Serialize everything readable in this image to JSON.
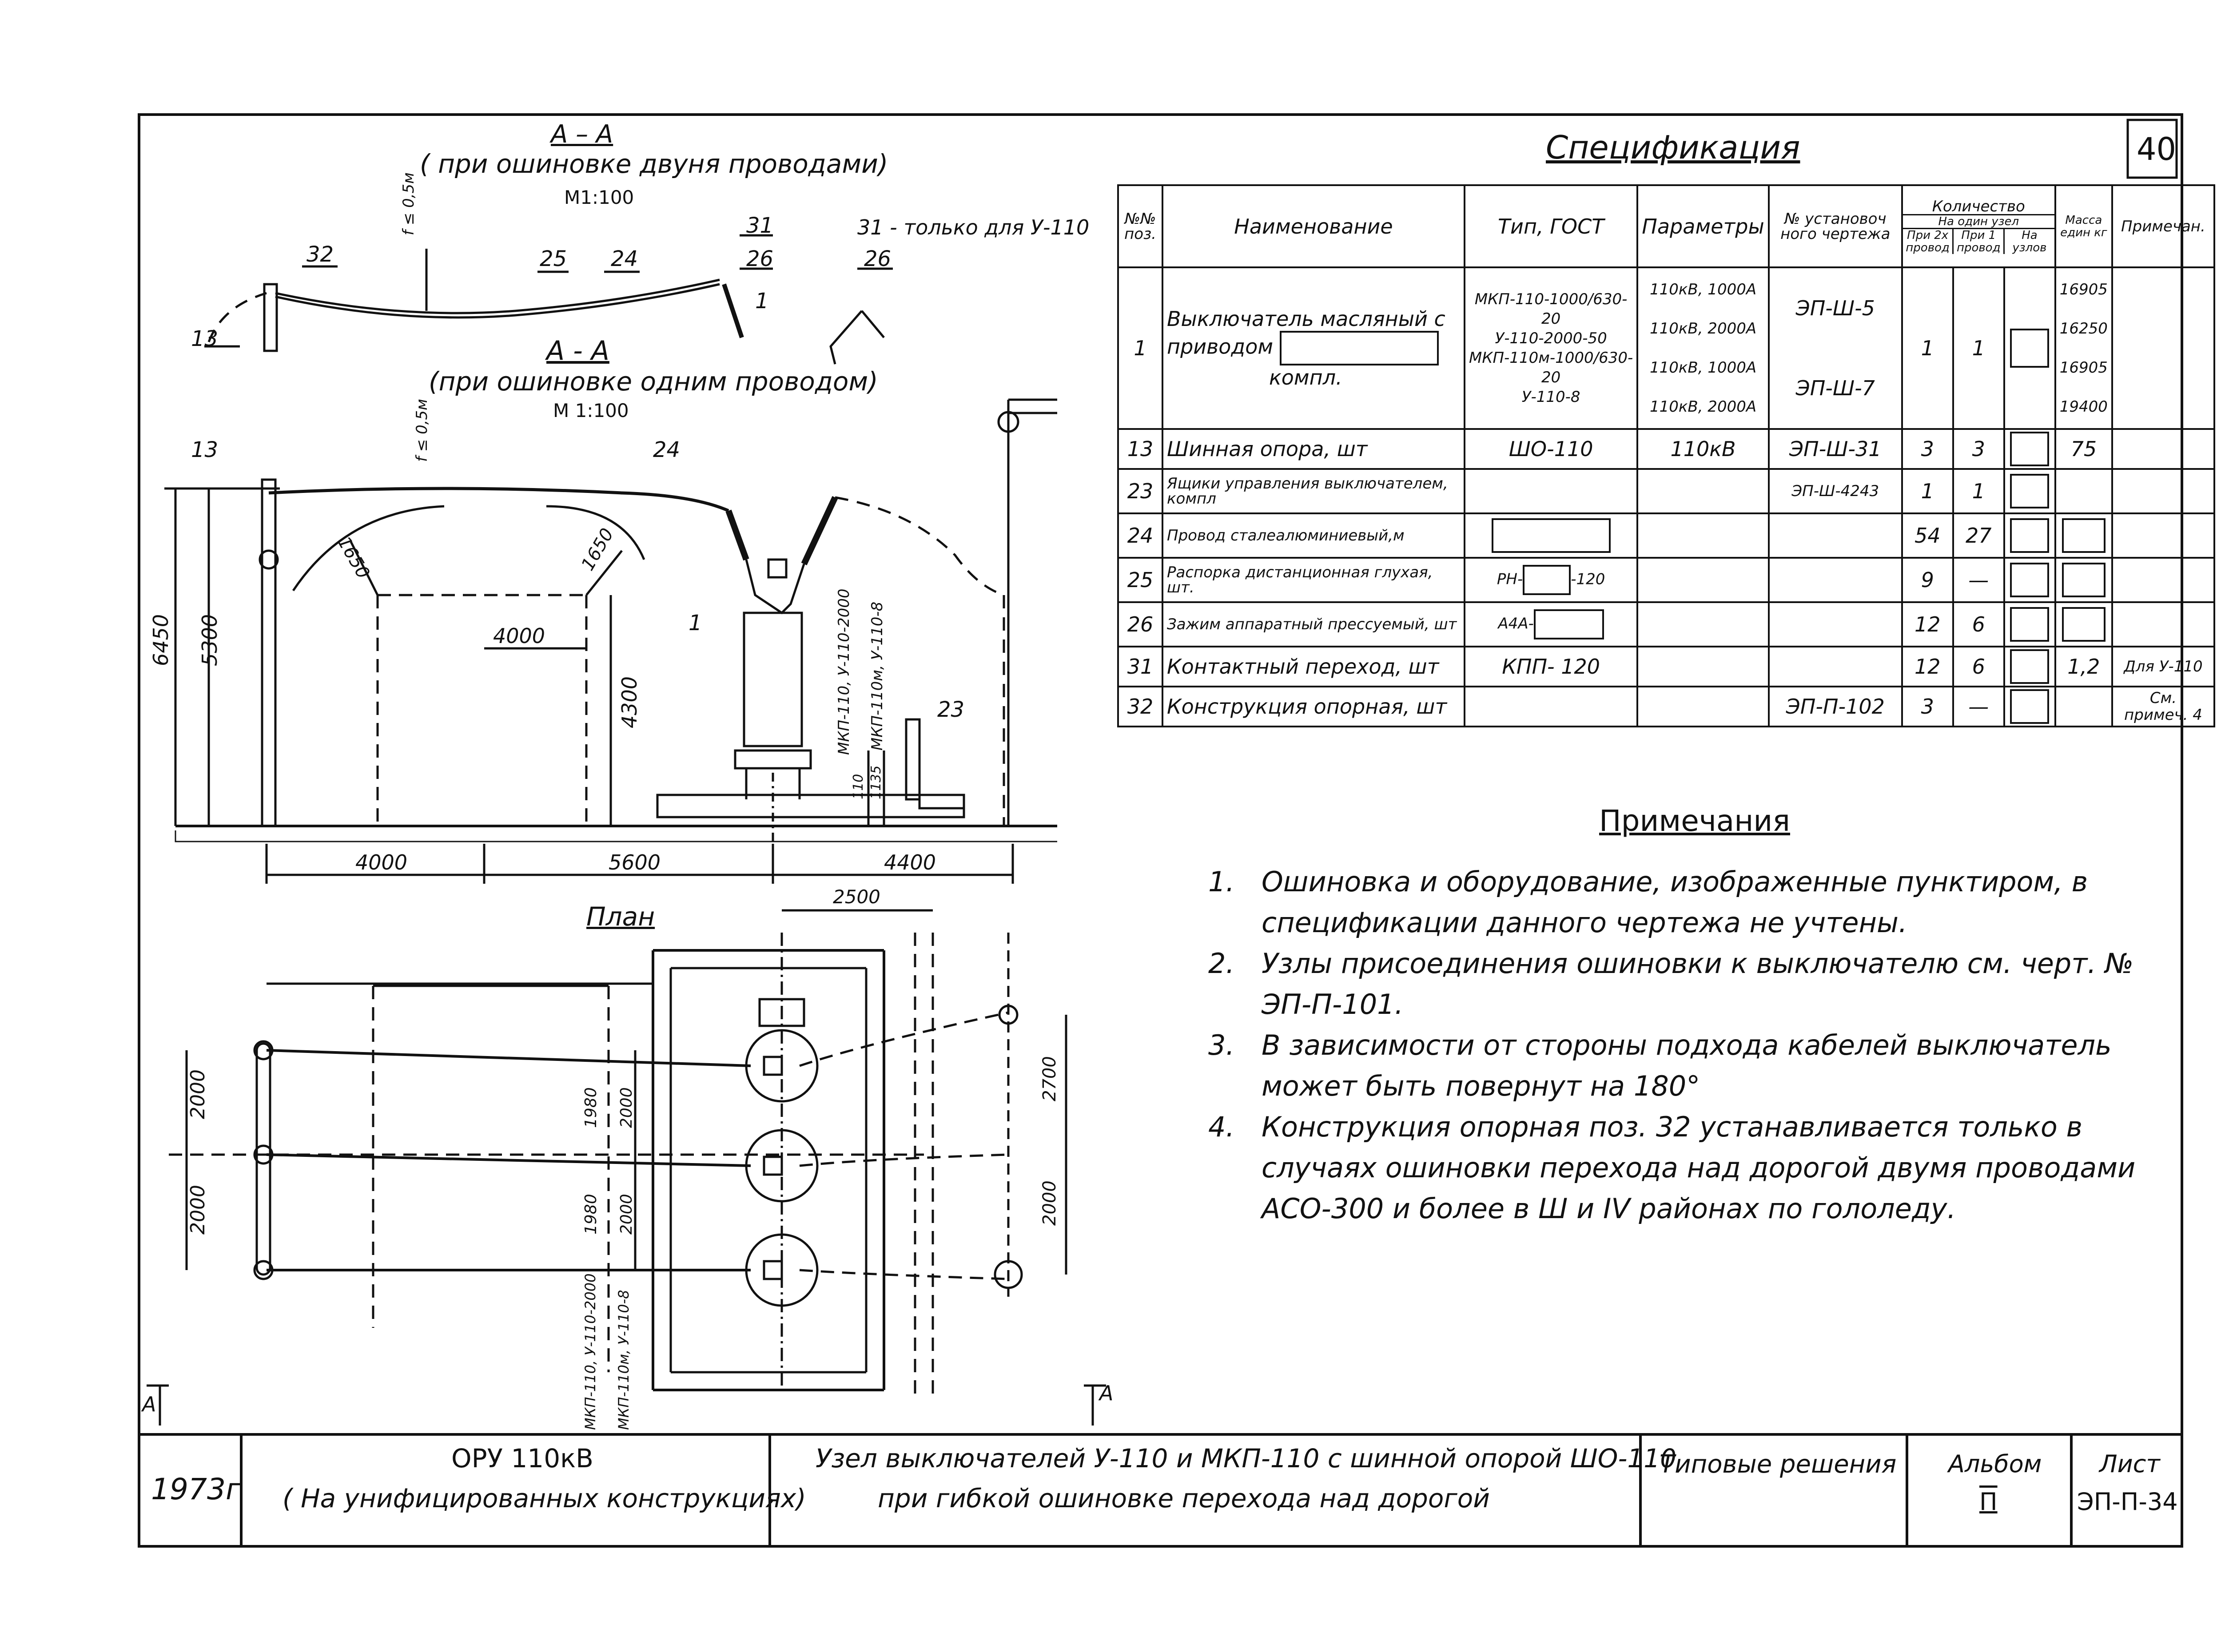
{
  "sheet_number": "40",
  "section_aa_1": {
    "title": "А – А",
    "subtitle": "( при ошиновке двуня проводами)",
    "scale": "М1:100"
  },
  "section_aa_2": {
    "title": "А - А",
    "subtitle": "(при ошиновке одним проводом)",
    "scale": "М 1:100"
  },
  "plan_title": "План",
  "callouts": {
    "c32": "32",
    "c25": "25",
    "c24": "24",
    "c31": "31",
    "c26": "26",
    "c1": "1",
    "c13": "13",
    "c31_note": "31 - только для У-110",
    "c26b": "26",
    "c24b": "24",
    "c13b": "13",
    "c1b": "1",
    "c23": "23",
    "sag": "f ≤ 0,5м",
    "sag2": "f ≤ 0,5м"
  },
  "dims": {
    "d6450": "6450",
    "d5300": "5300",
    "d4000a": "4000",
    "d4300": "4300",
    "d1650a": "1650",
    "d1650b": "1650",
    "d4000b": "4000",
    "d5600": "5600",
    "d4400": "4400",
    "d2500": "2500",
    "d2000a": "2000",
    "d2000b": "2000",
    "d1980a": "1980",
    "d2000c": "2000",
    "d1980b": "1980",
    "d2000d": "2000",
    "d2700": "2700",
    "d2000e": "2000",
    "h110": "110",
    "h1135": "1135",
    "v_label1": "МКП-110, У-110-2000",
    "v_label2": "МКП-110м, У-110-8",
    "p_label1": "МКП-110, У-110-2000",
    "p_label2": "МКП-110м, У-110-8",
    "aL": "А",
    "aR": "А"
  },
  "spec": {
    "title": "Спецификация",
    "headers": {
      "pos": "№№ поз.",
      "name": "Наименование",
      "type": "Тип, ГОСТ",
      "params": "Параметры",
      "drawing": "№ установоч ного чертежа",
      "qty": "Количество",
      "qty_unit": "На один узел",
      "qty_2w": "При 2х провод",
      "qty_1w": "При 1 провод",
      "qty_n": "На",
      "qty_nodes": "узлов",
      "mass": "Масса един кг",
      "note": "Примечан."
    },
    "rows": [
      {
        "pos": "1",
        "name": "Выключатель масляный с приводом",
        "name2": "компл.",
        "types": [
          "МКП-110-1000/630-20",
          "У-110-2000-50",
          "МКП-110м-1000/630-20",
          "У-110-8"
        ],
        "params": [
          "110кВ, 1000А",
          "110кВ, 2000А",
          "110кВ, 1000А",
          "110кВ, 2000А"
        ],
        "drawings": [
          "ЭП-Ш-5",
          "ЭП-Ш-7"
        ],
        "q2": "1",
        "q1": "1",
        "masses": [
          "16905",
          "16250",
          "16905",
          "19400"
        ],
        "note": ""
      },
      {
        "pos": "13",
        "name": "Шинная опора, шт",
        "type": "ШО-110",
        "params": "110кВ",
        "drawing": "ЭП-Ш-31",
        "q2": "3",
        "q1": "3",
        "mass": "75",
        "note": ""
      },
      {
        "pos": "23",
        "name": "Ящики управления выключателем, компл",
        "type": "",
        "params": "",
        "drawing": "ЭП-Ш-4243",
        "q2": "1",
        "q1": "1",
        "mass": "",
        "note": ""
      },
      {
        "pos": "24",
        "name": "Провод сталеалюминиевый,м",
        "type": "",
        "params": "",
        "drawing": "",
        "q2": "54",
        "q1": "27",
        "mass": "",
        "note": ""
      },
      {
        "pos": "25",
        "name": "Распорка дистанционная глухая, шт.",
        "type": "РН-",
        "type2": "-120",
        "params": "",
        "drawing": "",
        "q2": "9",
        "q1": "—",
        "mass": "",
        "note": ""
      },
      {
        "pos": "26",
        "name": "Зажим аппаратный прессуемый, шт",
        "type": "А4А-",
        "params": "",
        "drawing": "",
        "q2": "12",
        "q1": "6",
        "mass": "",
        "note": ""
      },
      {
        "pos": "31",
        "name": "Контактный переход, шт",
        "type": "КПП- 120",
        "params": "",
        "drawing": "",
        "q2": "12",
        "q1": "6",
        "mass": "1,2",
        "note": "Для У-110"
      },
      {
        "pos": "32",
        "name": "Конструкция опорная, шт",
        "type": "",
        "params": "",
        "drawing": "ЭП-П-102",
        "q2": "3",
        "q1": "—",
        "mass": "",
        "note": "См. примеч. 4"
      }
    ]
  },
  "notes": {
    "title": "Примечания",
    "items": [
      {
        "num": "1.",
        "text": "Ошиновка и оборудование, изображенные пунктиром, в спецификации данного чертежа не учтены."
      },
      {
        "num": "2.",
        "text": "Узлы присоединения ошиновки к выключателю см. черт. № ЭП-П-101."
      },
      {
        "num": "3.",
        "text": "В зависимости от стороны подхода кабелей выключатель может быть повернут на 180°"
      },
      {
        "num": "4.",
        "text": "Конструкция опорная поз. 32 устанавливается только в случаях ошиновки перехода над дорогой двумя проводами АСО-300 и более в Ш и IV районах по гололеду."
      }
    ]
  },
  "title_block": {
    "year": "1973г",
    "object": "ОРУ 110кВ",
    "object_sub": "( На унифицированных конструкциях)",
    "description1": "Узел выключателей У-110 и МКП-110 с шинной опорой ШО-110",
    "description2": "при гибкой ошиновке перехода над дорогой",
    "series": "Типовые решения",
    "album_label": "Альбом",
    "album_value": "П",
    "sheet_label": "Лист",
    "sheet_value": "ЭП-П-34"
  }
}
